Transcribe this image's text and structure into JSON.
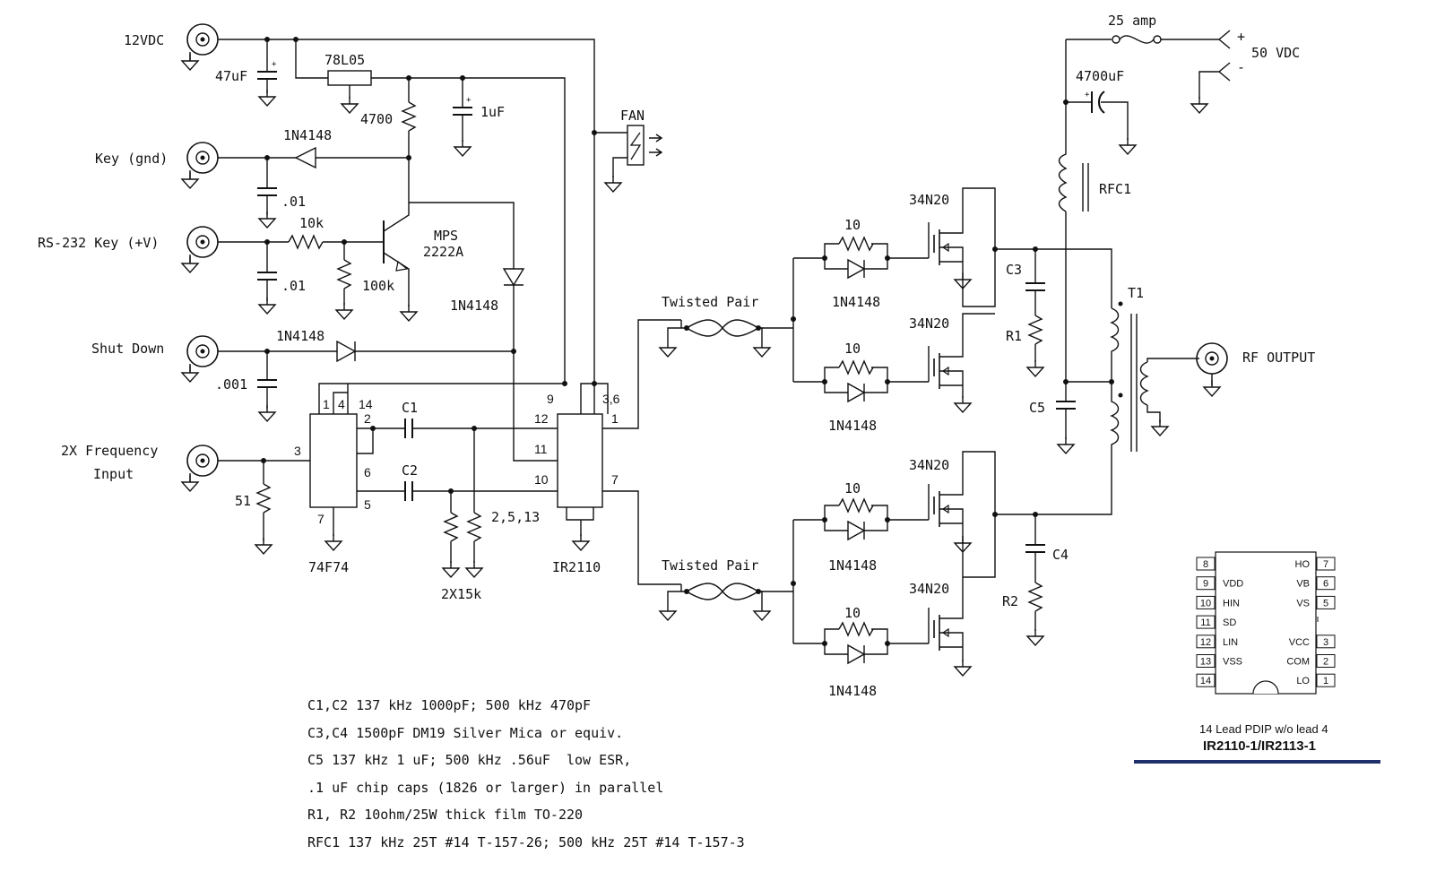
{
  "connectors": {
    "vin": "12VDC",
    "key_gnd": "Key (gnd)",
    "rs232": "RS-232 Key (+V)",
    "shutdown": "Shut Down",
    "freq_line1": "2X Frequency",
    "freq_line2": "Input",
    "rf_out": "RF OUTPUT",
    "supply": "50 VDC",
    "plus": "+",
    "minus": "-"
  },
  "parts": {
    "c_47": "47uF",
    "reg": "78L05",
    "r_4700": "4700",
    "c_1u": "1uF",
    "d1": "1N4148",
    "c_01a": ".01",
    "r_10k": "10k",
    "c_01b": ".01",
    "r_100k": "100k",
    "q1_line1": "MPS",
    "q1_line2": "2222A",
    "d2": "1N4148",
    "d3": "1N4148",
    "c_001": ".001",
    "r_51": "51",
    "ff": "74F74",
    "c1": "C1",
    "c2": "C2",
    "r_2x15k": "2X15k",
    "pins_2513": "2,5,13",
    "drv": "IR2110",
    "fan": "FAN",
    "tp1": "Twisted Pair",
    "tp2": "Twisted Pair",
    "fuse": "25 amp",
    "c_4700u": "4700uF",
    "rfc1": "RFC1",
    "c3": "C3",
    "r1": "R1",
    "c5": "C5",
    "c4": "C4",
    "r2": "R2",
    "t1": "T1",
    "mosfet": "34N20",
    "gate_r": "10",
    "gate_d": "1N4148"
  },
  "ff_pins": {
    "p1": "1",
    "p4": "4",
    "p14": "14",
    "p2": "2",
    "p3": "3",
    "p6": "6",
    "p5": "5",
    "p7": "7"
  },
  "drv_pins": {
    "p9": "9",
    "p36": "3,6",
    "p12": "12",
    "p1": "1",
    "p11": "11",
    "p10": "10",
    "p7": "7"
  },
  "pinout": {
    "left_nums": [
      "8",
      "9",
      "10",
      "11",
      "12",
      "13",
      "14"
    ],
    "left_labels": [
      "",
      "VDD",
      "HIN",
      "SD",
      "LIN",
      "VSS",
      ""
    ],
    "right_nums": [
      "7",
      "6",
      "5",
      "",
      "3",
      "2",
      "1"
    ],
    "right_labels": [
      "HO",
      "VB",
      "VS",
      "",
      "VCC",
      "COM",
      "LO"
    ],
    "caption1": "14 Lead PDIP w/o lead 4",
    "caption2": "IR2110-1/IR2113-1",
    "accent": "#1f2f6b"
  },
  "notes": [
    "C1,C2 137 kHz 1000pF; 500 kHz 470pF",
    "C3,C4 1500pF DM19 Silver Mica or equiv.",
    "C5 137 kHz 1 uF; 500 kHz .56uF  low ESR,",
    ".1 uF chip caps (1826 or larger) in parallel",
    "R1, R2 10ohm/25W thick film TO-220",
    "RFC1 137 kHz 25T #14 T-157-26; 500 kHz 25T #14 T-157-3"
  ]
}
